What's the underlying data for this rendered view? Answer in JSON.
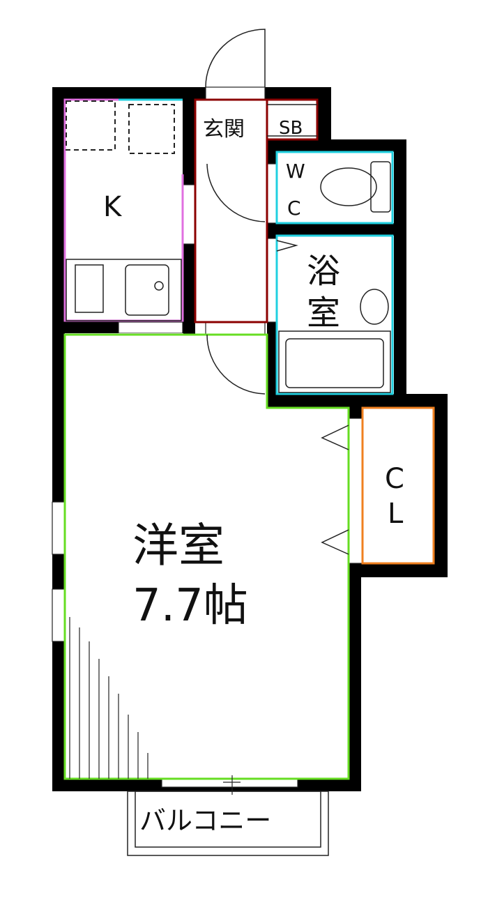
{
  "rooms": {
    "entrance": "玄関",
    "shoe_box": "SB",
    "kitchen": "K",
    "wc_line1": "W",
    "wc_line2": "C",
    "bath_line1": "浴",
    "bath_line2": "室",
    "closet_line1": "C",
    "closet_line2": "L",
    "western_room": "洋室",
    "western_room_size": "7.7帖",
    "balcony": "バルコニー"
  },
  "colors": {
    "wall": "#000000",
    "kitchen_outline": "#e070e0",
    "wet_area_outline": "#20d0e0",
    "entrance_outline": "#8b0000",
    "room_outline": "#66dd22",
    "closet_outline": "#f08020"
  }
}
